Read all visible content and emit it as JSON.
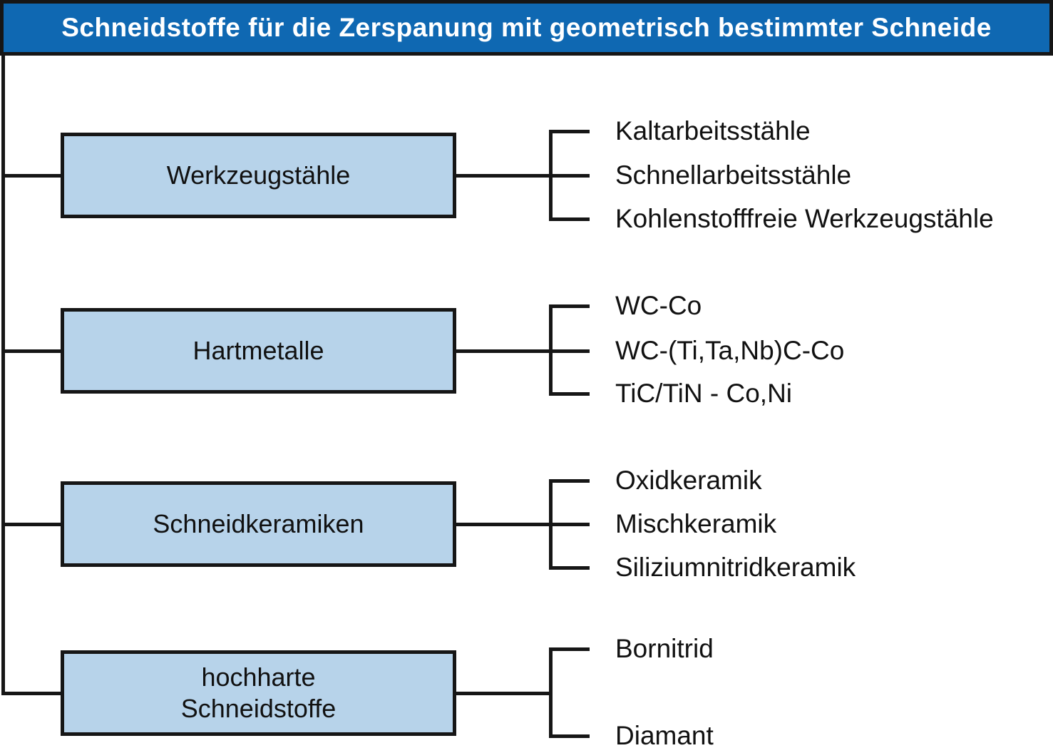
{
  "title": "Schneidstoffe für die Zerspanung mit geometrisch bestimmter Schneide",
  "colors": {
    "header_bg": "#0f68b2",
    "header_text": "#ffffff",
    "box_fill": "#b7d3ea",
    "line": "#161616"
  },
  "groups": [
    {
      "label_lines": [
        "Werkzeugstähle"
      ],
      "leaves": [
        "Kaltarbeitsstähle",
        "Schnellarbeitsstähle",
        "Kohlenstofffreie Werkzeugstähle"
      ]
    },
    {
      "label_lines": [
        "Hartmetalle"
      ],
      "leaves": [
        "WC-Co",
        "WC-(Ti,Ta,Nb)C-Co",
        "TiC/TiN - Co,Ni"
      ]
    },
    {
      "label_lines": [
        "Schneidkeramiken"
      ],
      "leaves": [
        "Oxidkeramik",
        "Mischkeramik",
        "Siliziumnitridkeramik"
      ]
    },
    {
      "label_lines": [
        "hochharte",
        "Schneidstoffe"
      ],
      "leaves": [
        "Bornitrid",
        "Diamant"
      ]
    }
  ]
}
